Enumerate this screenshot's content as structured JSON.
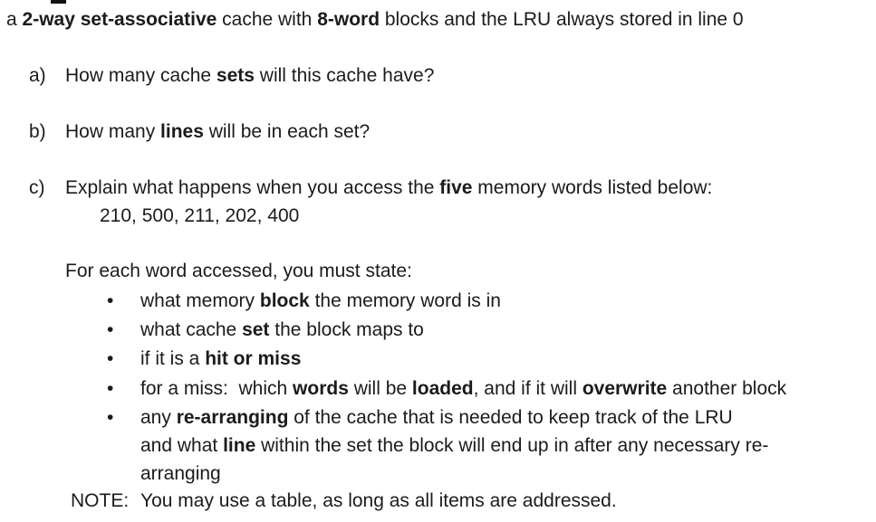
{
  "colors": {
    "background": "#ffffff",
    "text": "#1b1b1b"
  },
  "intro": {
    "segments": [
      {
        "t": "a "
      },
      {
        "t": "2-way set-associative",
        "b": true
      },
      {
        "t": " cache with "
      },
      {
        "t": "8-word",
        "b": true
      },
      {
        "t": " blocks and the LRU always stored in line 0"
      }
    ]
  },
  "questions": [
    {
      "label": "a)",
      "segments": [
        {
          "t": "How many cache "
        },
        {
          "t": "sets",
          "b": true
        },
        {
          "t": " will this cache have?"
        }
      ]
    },
    {
      "label": "b)",
      "segments": [
        {
          "t": "How many "
        },
        {
          "t": "lines",
          "b": true
        },
        {
          "t": " will be in each set?"
        }
      ]
    },
    {
      "label": "c)",
      "segments": [
        {
          "t": "Explain what happens when you access the "
        },
        {
          "t": "five",
          "b": true
        },
        {
          "t": " memory words listed below:"
        }
      ],
      "values_line": "210, 500, 211, 202, 400"
    }
  ],
  "instructions_intro": "For each word accessed, you must state:",
  "bullet_glyph": "•",
  "bullets": [
    {
      "segments": [
        {
          "t": "what memory "
        },
        {
          "t": "block",
          "b": true
        },
        {
          "t": " the memory word is in"
        }
      ]
    },
    {
      "segments": [
        {
          "t": "what cache "
        },
        {
          "t": "set",
          "b": true
        },
        {
          "t": " the block maps to"
        }
      ]
    },
    {
      "segments": [
        {
          "t": "if it is a "
        },
        {
          "t": "hit or miss",
          "b": true
        }
      ]
    },
    {
      "segments": [
        {
          "t": "for a miss:  which "
        },
        {
          "t": "words",
          "b": true
        },
        {
          "t": " will be "
        },
        {
          "t": "loaded",
          "b": true
        },
        {
          "t": ", and if it will "
        },
        {
          "t": "overwrite",
          "b": true
        },
        {
          "t": " another block"
        }
      ]
    },
    {
      "segments": [
        {
          "t": "any "
        },
        {
          "t": "re-arranging",
          "b": true
        },
        {
          "t": " of the cache that is needed to keep track of the LRU"
        }
      ]
    }
  ],
  "bullet_continuations": [
    {
      "segments": [
        {
          "t": "and what "
        },
        {
          "t": "line",
          "b": true
        },
        {
          "t": " within the set the block will end up in after any necessary re-"
        }
      ]
    },
    {
      "segments": [
        {
          "t": "arranging"
        }
      ]
    }
  ],
  "note": {
    "label": "NOTE:",
    "text": "You may use a table, as long as all items are addressed."
  }
}
